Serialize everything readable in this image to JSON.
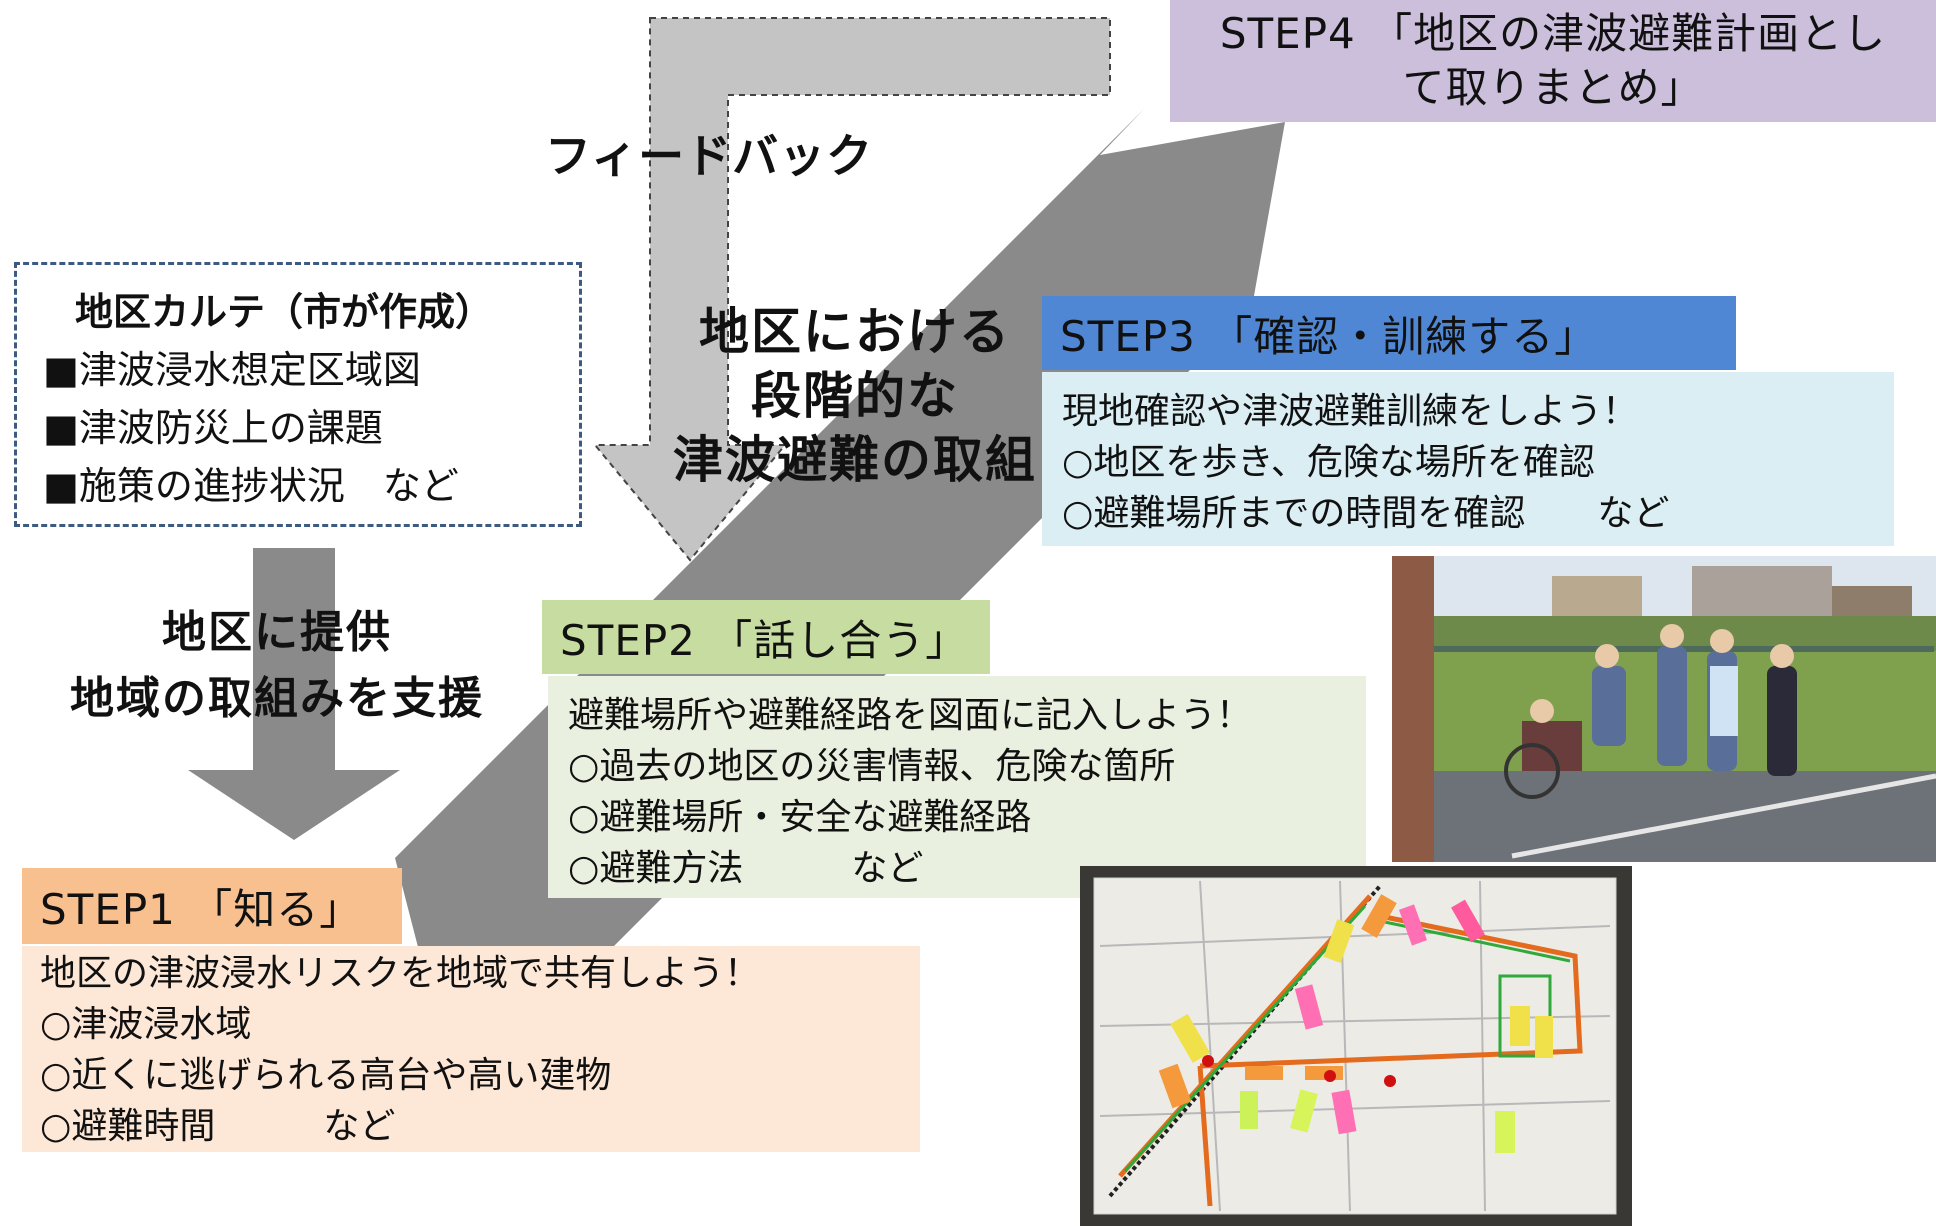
{
  "karte": {
    "title": "地区カルテ（市が作成）",
    "items": [
      "■津波浸水想定区域図",
      "■津波防災上の課題",
      "■施策の進捗状況　など"
    ]
  },
  "left_arrow_text": [
    "地区に提供",
    "地域の取組みを支援"
  ],
  "feedback_label": "フィードバック",
  "center_text": [
    "地区における",
    "段階的な",
    "津波避難の取組"
  ],
  "step1": {
    "title": "STEP1 「知る」",
    "lines": [
      "地区の津波浸水リスクを地域で共有しよう！",
      "○津波浸水域",
      "○近くに逃げられる高台や高い建物",
      "○避難時間　　　など"
    ],
    "header_color": "#f9c08f",
    "body_color": "#fde7d7"
  },
  "step2": {
    "title": "STEP2 「話し合う」",
    "lines": [
      "避難場所や避難経路を図面に記入しよう！",
      "○過去の地区の災害情報、危険な箇所",
      "○避難場所・安全な避難経路",
      "○避難方法　　　など"
    ],
    "header_color": "#c6dca0",
    "body_color": "#eaf0df"
  },
  "step3": {
    "title": "STEP3 「確認・訓練する」",
    "lines": [
      "現地確認や津波避難訓練をしよう！",
      "○地区を歩き、危険な場所を確認",
      "○避難場所までの時間を確認　　など"
    ],
    "header_color": "#4f87d4",
    "body_color": "#dbeef4"
  },
  "step4": {
    "title_lines": [
      "STEP4 「地区の津波避難計画とし",
      "て取りまとめ」"
    ],
    "header_color": "#cbbfdc"
  },
  "colors": {
    "arrow_gray": "#8a8a8a",
    "feedback_gray": "#c4c4c4",
    "dash_border": "#3d5b80"
  }
}
